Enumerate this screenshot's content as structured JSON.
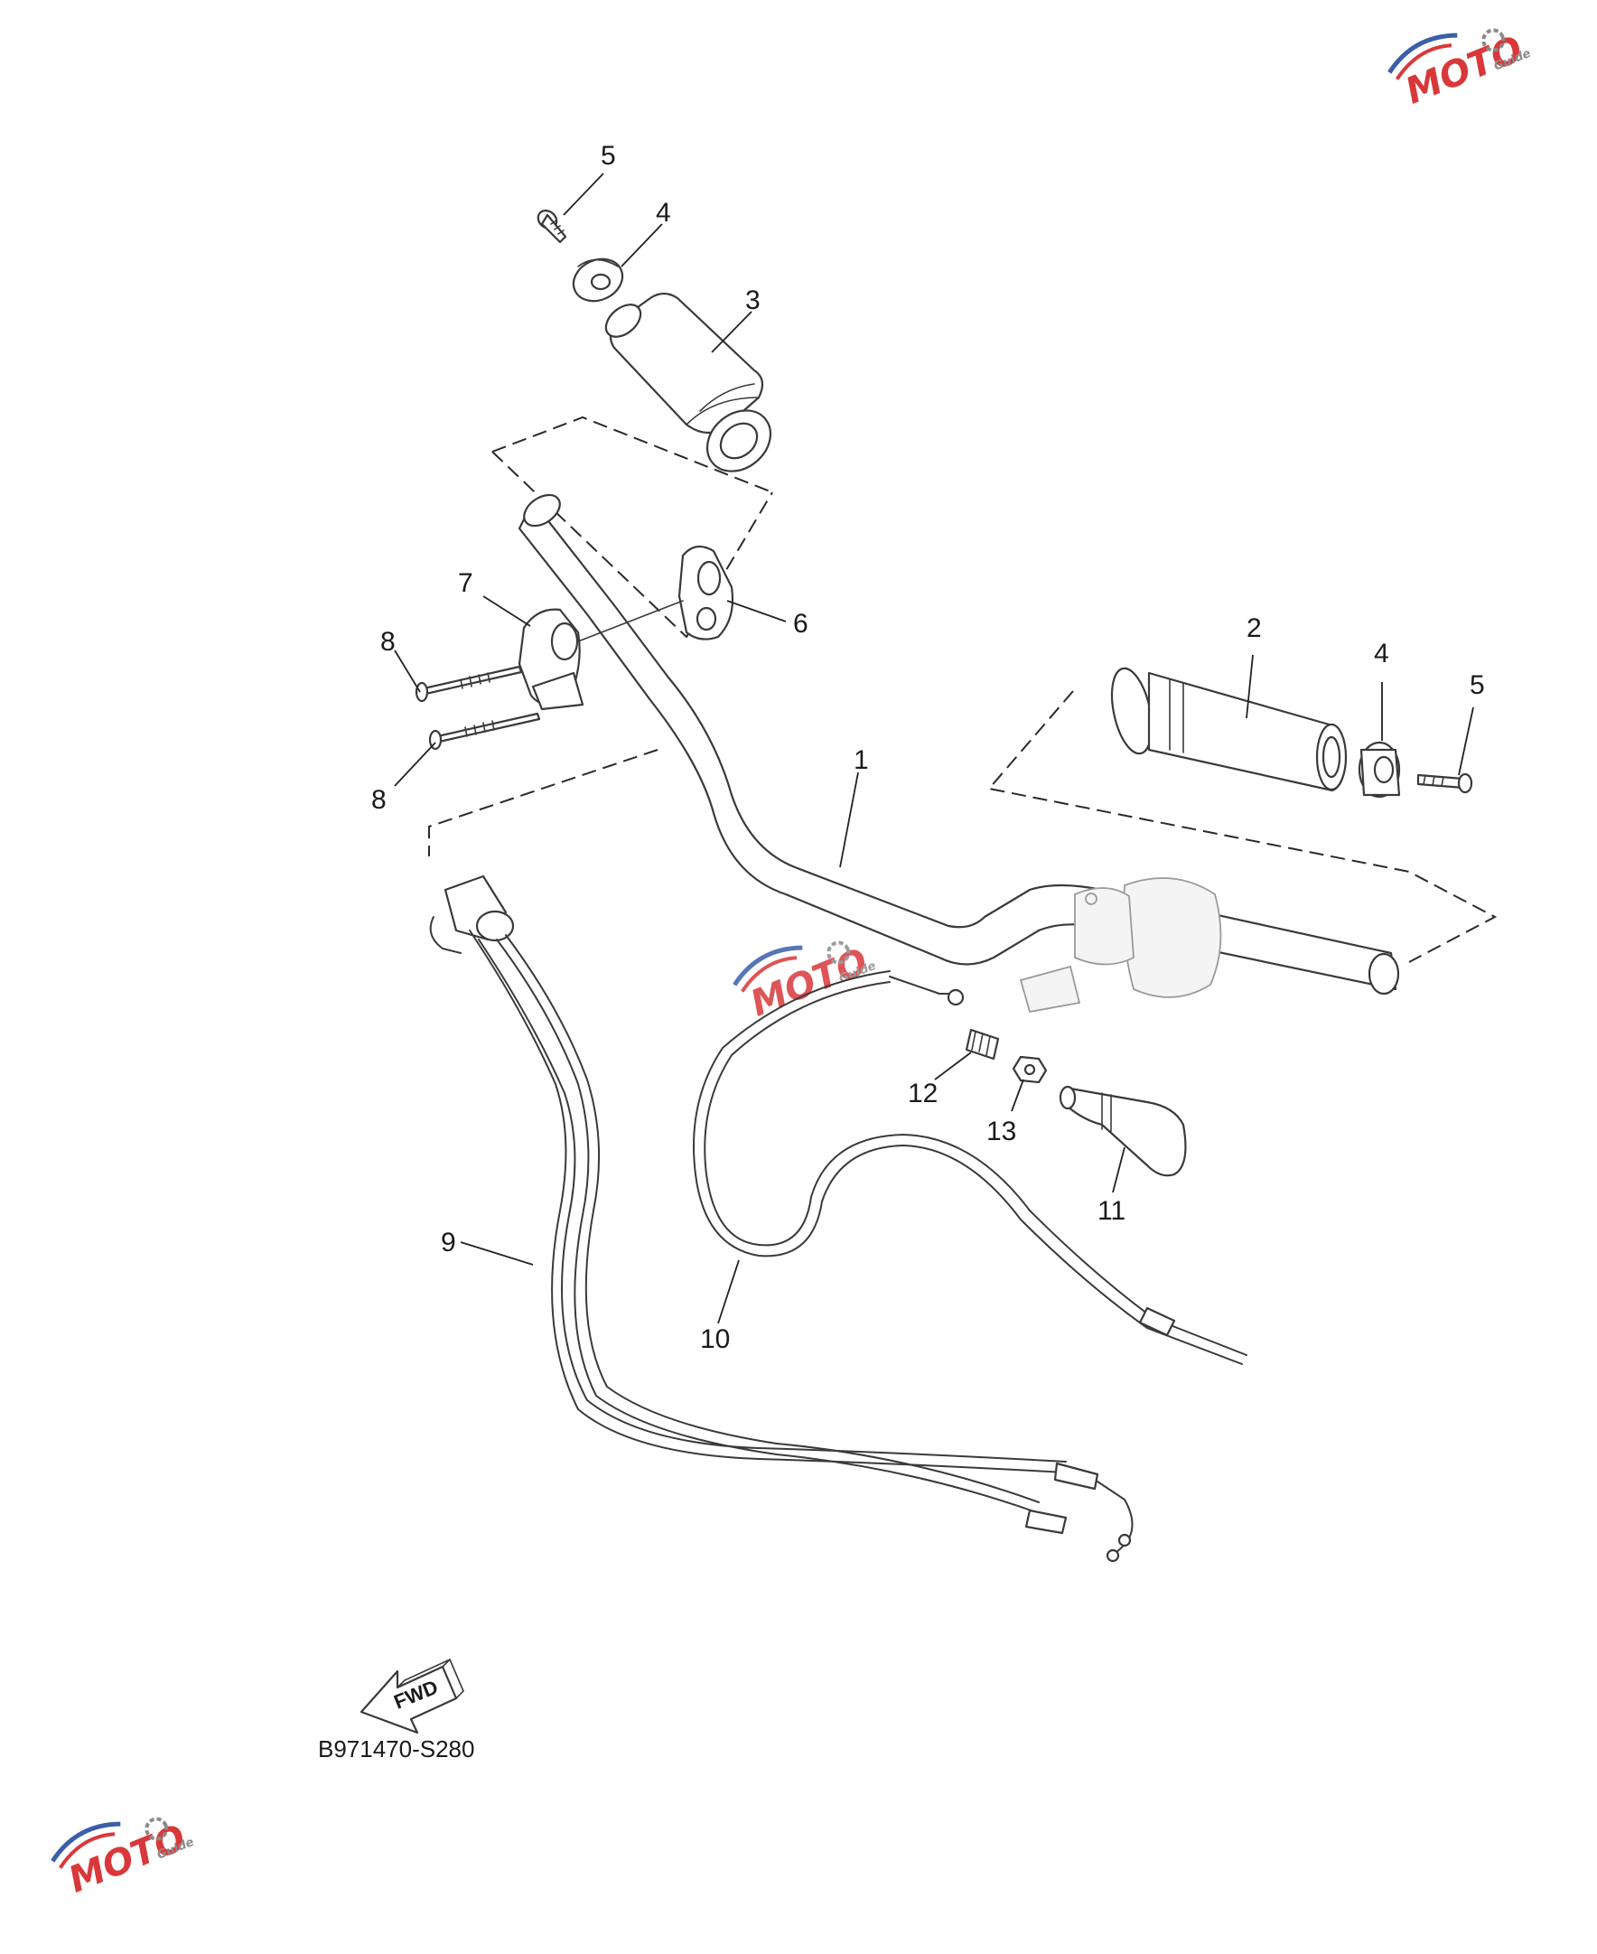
{
  "diagram": {
    "callouts": [
      {
        "id": "c1",
        "label": "1"
      },
      {
        "id": "c2",
        "label": "2"
      },
      {
        "id": "c3",
        "label": "3"
      },
      {
        "id": "c4a",
        "label": "4"
      },
      {
        "id": "c4b",
        "label": "4"
      },
      {
        "id": "c5a",
        "label": "5"
      },
      {
        "id": "c5b",
        "label": "5"
      },
      {
        "id": "c6",
        "label": "6"
      },
      {
        "id": "c7",
        "label": "7"
      },
      {
        "id": "c8a",
        "label": "8"
      },
      {
        "id": "c8b",
        "label": "8"
      },
      {
        "id": "c9",
        "label": "9"
      },
      {
        "id": "c10",
        "label": "10"
      },
      {
        "id": "c11",
        "label": "11"
      },
      {
        "id": "c12",
        "label": "12"
      },
      {
        "id": "c13",
        "label": "13"
      }
    ],
    "direction_label": "FWD",
    "drawing_code": "B971470-S280"
  },
  "watermark": {
    "text": "MOTO",
    "subtext": "Guide",
    "colors": {
      "brand_red": "#d9383a",
      "brand_blue": "#3b5fa8",
      "gear_gray": "#8a8a8a"
    }
  }
}
